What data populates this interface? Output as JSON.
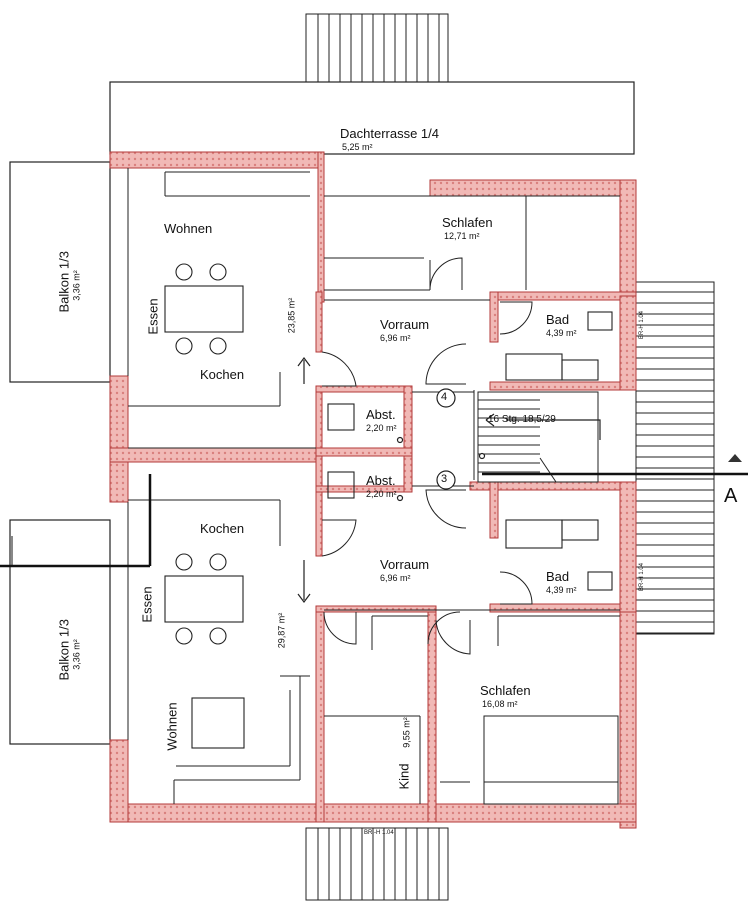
{
  "colors": {
    "wall_fill": "#e7a4a2",
    "wall_edge": "#b33a3a",
    "line": "#222222",
    "background": "#ffffff"
  },
  "rooms": {
    "dachterrasse": {
      "name": "Dachterrasse 1/4",
      "area": "5,25 m²"
    },
    "schlafen_top": {
      "name": "Schlafen",
      "area": "12,71 m²"
    },
    "wohnen_top": {
      "name": "Wohnen"
    },
    "essen_top": {
      "name": "Essen"
    },
    "kochen_top": {
      "name": "Kochen"
    },
    "living_top_area": {
      "area": "23,85 m²"
    },
    "balkon_top": {
      "name": "Balkon 1/3",
      "area": "3,36 m²"
    },
    "vorraum_top": {
      "name": "Vorraum",
      "area": "6,96 m²"
    },
    "bad_top": {
      "name": "Bad",
      "area": "4,39 m²"
    },
    "abst_top": {
      "name": "Abst.",
      "area": "2,20 m²"
    },
    "abst_bottom": {
      "name": "Abst.",
      "area": "2,20 m²"
    },
    "vorraum_bottom": {
      "name": "Vorraum",
      "area": "6,96 m²"
    },
    "bad_bottom": {
      "name": "Bad",
      "area": "4,39 m²"
    },
    "kochen_bottom": {
      "name": "Kochen"
    },
    "essen_bottom": {
      "name": "Essen"
    },
    "wohnen_bottom": {
      "name": "Wohnen"
    },
    "living_bottom_area": {
      "area": "29,87 m²"
    },
    "balkon_bottom": {
      "name": "Balkon 1/3",
      "area": "3,36 m²"
    },
    "kind": {
      "name": "Kind",
      "area": "9,55 m²"
    },
    "schlafen_bottom": {
      "name": "Schlafen",
      "area": "16,08 m²"
    }
  },
  "stairs": {
    "label": "16 Stg. 18,5/29",
    "door_top": "4",
    "door_bottom": "3"
  },
  "section_marker": {
    "label": "A"
  },
  "window_codes": {
    "right_top": "BR-H 1.04",
    "right_bottom": "BR-H 1.04",
    "bottom": "BR.-H 1.04"
  }
}
